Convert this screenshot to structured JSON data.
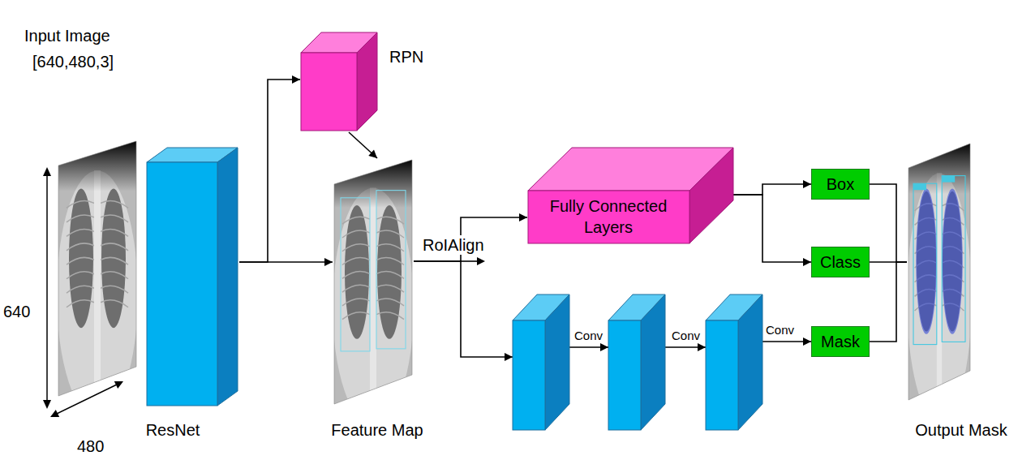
{
  "diagram": {
    "nodes": [
      {
        "text": [
          "Input Image",
          "[640,480,3]"
        ]
      },
      {
        "text": [
          "ResNet"
        ]
      },
      {
        "text": [
          "RPN"
        ]
      },
      {
        "text": [
          "Feature Map"
        ]
      },
      {
        "text": [
          "Fully Connected Layers"
        ]
      },
      {
        "text": [
          "Box"
        ]
      },
      {
        "text": [
          "Class"
        ]
      },
      {
        "text": [
          "Mask"
        ]
      },
      {
        "text": [
          "Output Mask"
        ]
      }
    ],
    "edges": [
      {
        "from": 1,
        "to": 3,
        "arrow": "to"
      },
      {
        "from": 1,
        "to": 2,
        "arrow": "to"
      },
      {
        "from": 2,
        "to": 3,
        "arrow": "to"
      },
      {
        "from": 3,
        "to": 4,
        "label": "RoIAlign",
        "arrow": "to"
      },
      {
        "from": 3,
        "to": 7,
        "arrow": "to"
      },
      {
        "from": 4,
        "to": 5,
        "arrow": "to"
      },
      {
        "from": 4,
        "to": 6,
        "arrow": "to"
      },
      {
        "from": 5,
        "to": 8,
        "arrow": "none"
      },
      {
        "from": 6,
        "to": 8,
        "arrow": "none"
      },
      {
        "from": 7,
        "to": 8,
        "arrow": "none"
      }
    ],
    "labels": [
      "640",
      "480",
      "Conv",
      "Conv",
      "Conv"
    ]
  }
}
